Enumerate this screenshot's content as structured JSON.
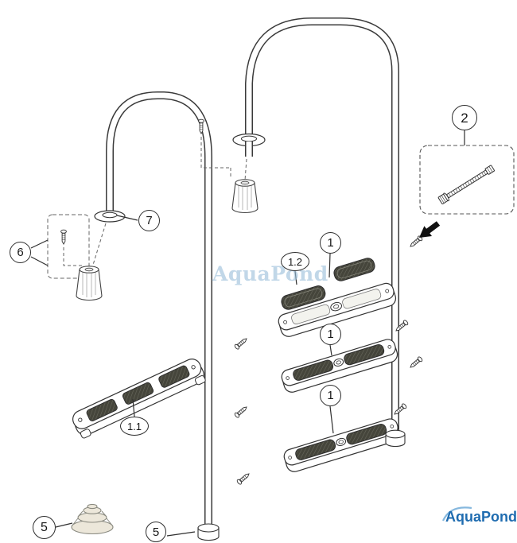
{
  "diagram": {
    "watermark": "AquaPond",
    "logo": "AquaPond",
    "callouts": [
      {
        "id": "2",
        "label": "2"
      },
      {
        "id": "7",
        "label": "7"
      },
      {
        "id": "6",
        "label": "6"
      },
      {
        "id": "1-top",
        "label": "1"
      },
      {
        "id": "1-middle",
        "label": "1"
      },
      {
        "id": "1-bottom",
        "label": "1"
      },
      {
        "id": "1-2",
        "label": "1.2"
      },
      {
        "id": "1-1",
        "label": "1.1"
      },
      {
        "id": "5-left",
        "label": "5"
      },
      {
        "id": "5-right",
        "label": "5"
      }
    ],
    "colors": {
      "line": "#3a3a3a",
      "watermark": "#9cc0da",
      "logo_blue": "#1f6cb0",
      "tread": "#45453b"
    }
  }
}
